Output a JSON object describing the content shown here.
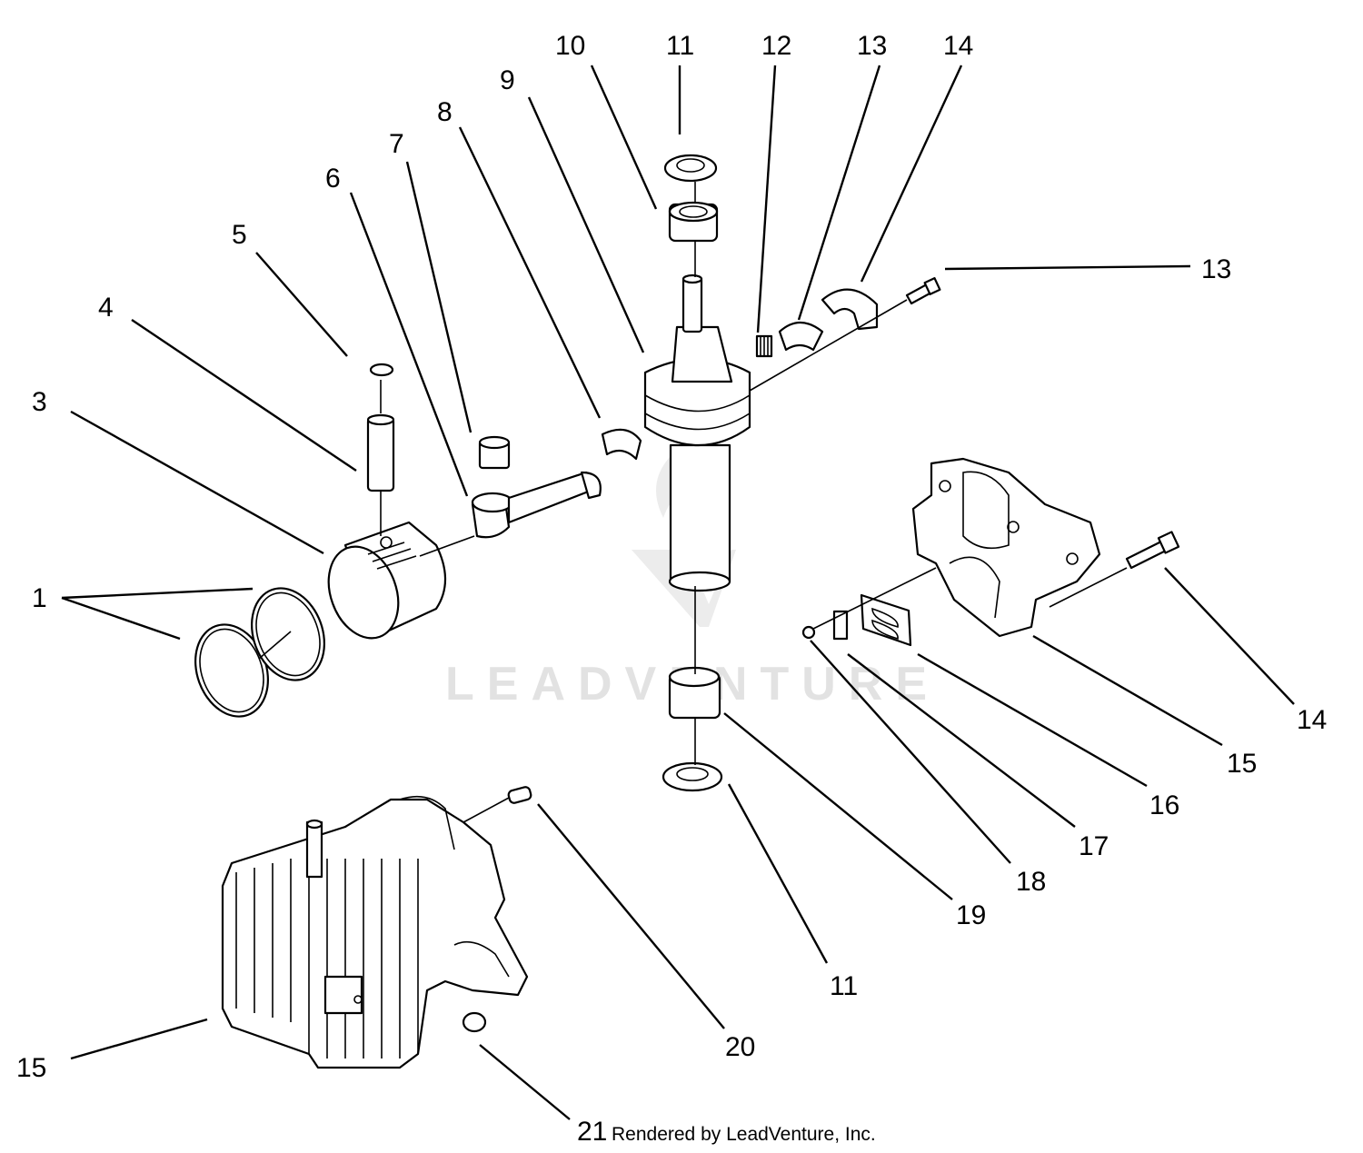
{
  "watermark": "LEADVENTURE",
  "credit": "Rendered by LeadVenture, Inc.",
  "callouts": [
    {
      "id": "c1",
      "label": "1"
    },
    {
      "id": "c2",
      "label": "3"
    },
    {
      "id": "c3",
      "label": "4"
    },
    {
      "id": "c4",
      "label": "5"
    },
    {
      "id": "c5",
      "label": "6"
    },
    {
      "id": "c6",
      "label": "7"
    },
    {
      "id": "c7",
      "label": "8"
    },
    {
      "id": "c8",
      "label": "9"
    },
    {
      "id": "c9",
      "label": "10"
    },
    {
      "id": "c10",
      "label": "11"
    },
    {
      "id": "c11",
      "label": "12"
    },
    {
      "id": "c12",
      "label": "13"
    },
    {
      "id": "c13",
      "label": "14"
    },
    {
      "id": "c14",
      "label": "13"
    },
    {
      "id": "c15",
      "label": "14"
    },
    {
      "id": "c16",
      "label": "15"
    },
    {
      "id": "c17",
      "label": "16"
    },
    {
      "id": "c18",
      "label": "17"
    },
    {
      "id": "c19",
      "label": "18"
    },
    {
      "id": "c20",
      "label": "19"
    },
    {
      "id": "c21",
      "label": "11"
    },
    {
      "id": "c22",
      "label": "20"
    },
    {
      "id": "c23",
      "label": "15"
    },
    {
      "id": "c24",
      "label": "21"
    }
  ]
}
